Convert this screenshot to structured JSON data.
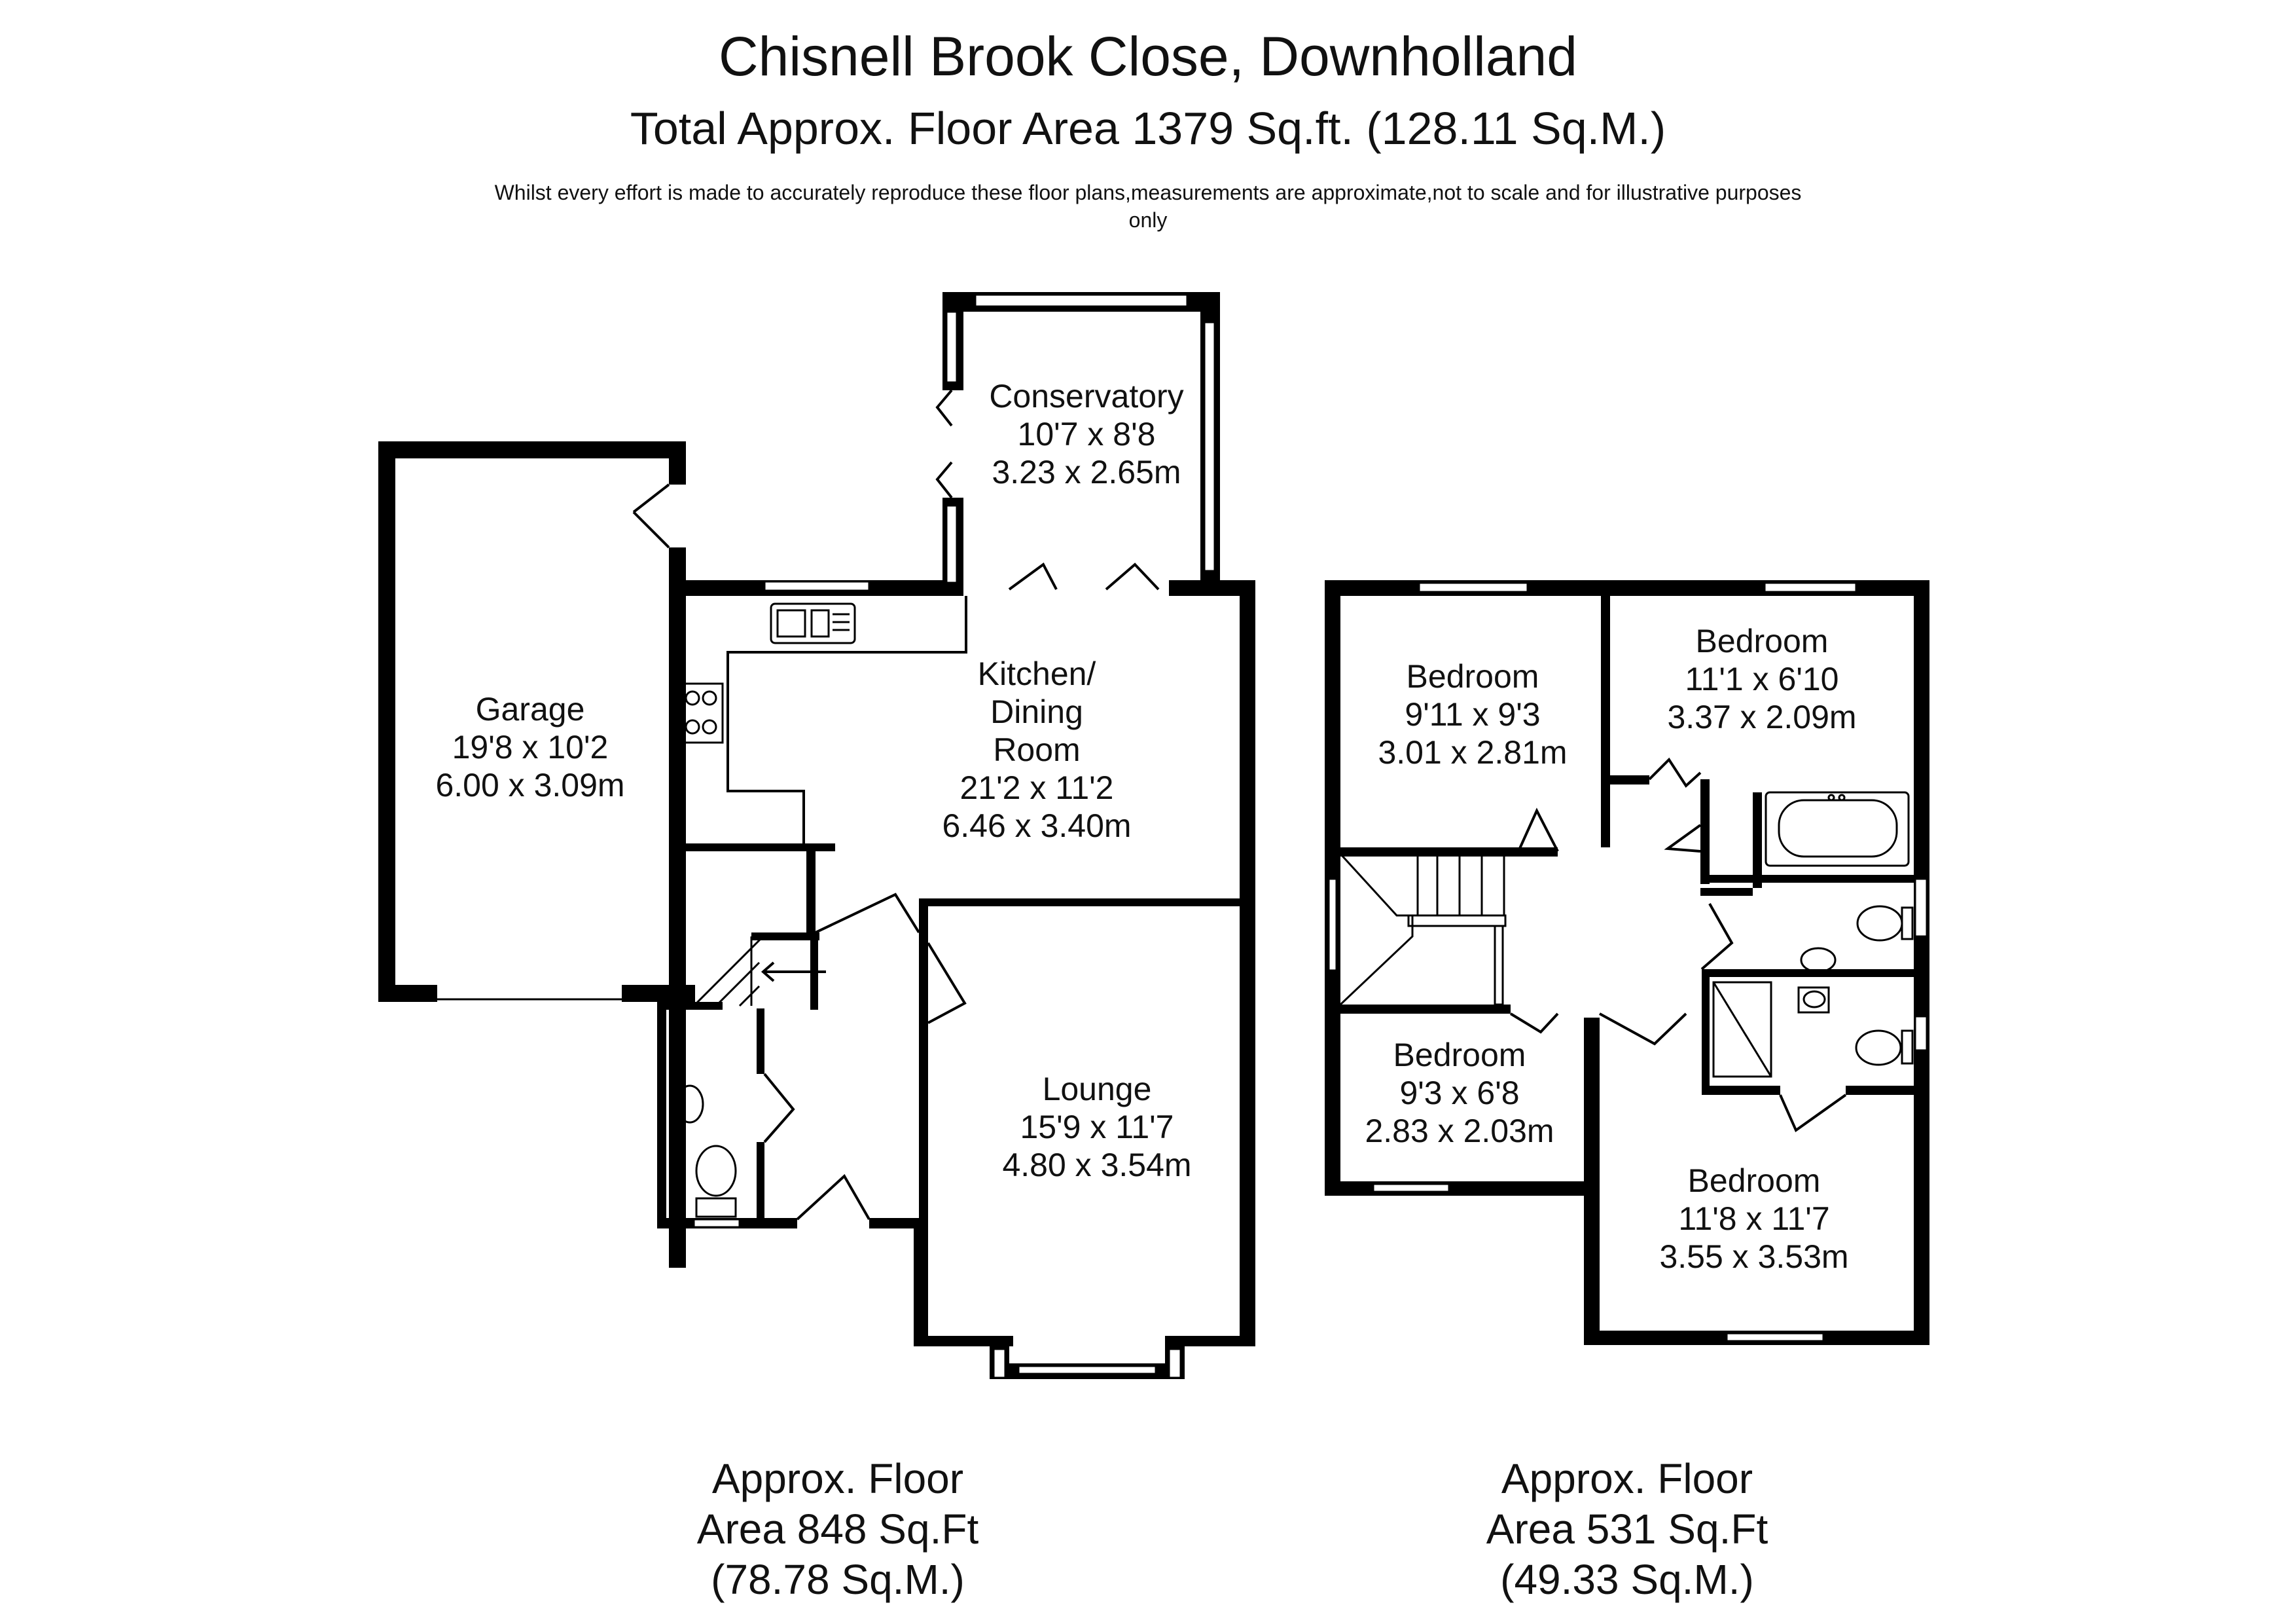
{
  "header": {
    "title": "Chisnell Brook Close, Downholland",
    "subtitle": "Total Approx. Floor Area 1379 Sq.ft. (128.11 Sq.M.)",
    "disclaimer": "Whilst every effort is made to accurately reproduce these floor plans,measurements are approximate,not to scale and for illustrative purposes only"
  },
  "ground_floor": {
    "rooms": [
      {
        "name": "Conservatory",
        "imperial": "10'7 x 8'8",
        "metric": "3.23 x 2.65m"
      },
      {
        "name": "Garage",
        "imperial": "19'8 x 10'2",
        "metric": "6.00 x 3.09m"
      },
      {
        "name_lines": [
          "Kitchen/",
          "Dining",
          "Room"
        ],
        "imperial": "21'2 x 11'2",
        "metric": "6.46 x 3.40m"
      },
      {
        "name": "Lounge",
        "imperial": "15'9 x 11'7",
        "metric": "4.80 x 3.54m"
      }
    ],
    "area_lines": [
      "Approx. Floor",
      "Area 848 Sq.Ft",
      "(78.78 Sq.M.)"
    ]
  },
  "first_floor": {
    "rooms": [
      {
        "name": "Bedroom",
        "imperial": "9'11 x 9'3",
        "metric": "3.01 x 2.81m"
      },
      {
        "name": "Bedroom",
        "imperial": "11'1 x 6'10",
        "metric": "3.37 x 2.09m"
      },
      {
        "name": "Bedroom",
        "imperial": "9'3 x 6'8",
        "metric": "2.83 x 2.03m"
      },
      {
        "name": "Bedroom",
        "imperial": "11'8 x 11'7",
        "metric": "3.55 x 3.53m"
      }
    ],
    "area_lines": [
      "Approx. Floor",
      "Area 531 Sq.Ft",
      "(49.33 Sq.M.)"
    ]
  }
}
